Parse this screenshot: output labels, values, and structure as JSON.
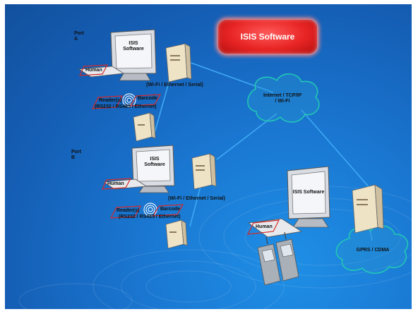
{
  "title_button": "ISIS Software",
  "network_a": {
    "port": "Port\nA",
    "workstation_screen": "ISIS\nSoftware",
    "human": "Human",
    "link": "(Wi-Fi / Ethernet / Serial)",
    "reader": "Reader(s)",
    "barcode": "Barcode",
    "interfaces": "(RS232 / RS485 / Ethernet)"
  },
  "network_b": {
    "port": "Port\nB",
    "workstation_screen": "ISIS\nSoftware",
    "human": "Human",
    "link": "(Wi-Fi / Ethernet / Serial)",
    "reader": "Reader(s)",
    "barcode": "Barcode",
    "interfaces": "(RS232 / RS485 / Ethernet)"
  },
  "internet_cloud": "Internet / TCP/IP\n/ Wi-Fi",
  "mobile_cloud": "GPRS / CDMA",
  "central": {
    "workstation_screen": "ISIS Software",
    "human": "Human"
  },
  "colors": {
    "background": "#1a78d2",
    "title_button": "#e82424",
    "cloud_stroke": "#22c7b5",
    "link_line": "#3fa9f5",
    "human_tag": "#d42a2a"
  }
}
